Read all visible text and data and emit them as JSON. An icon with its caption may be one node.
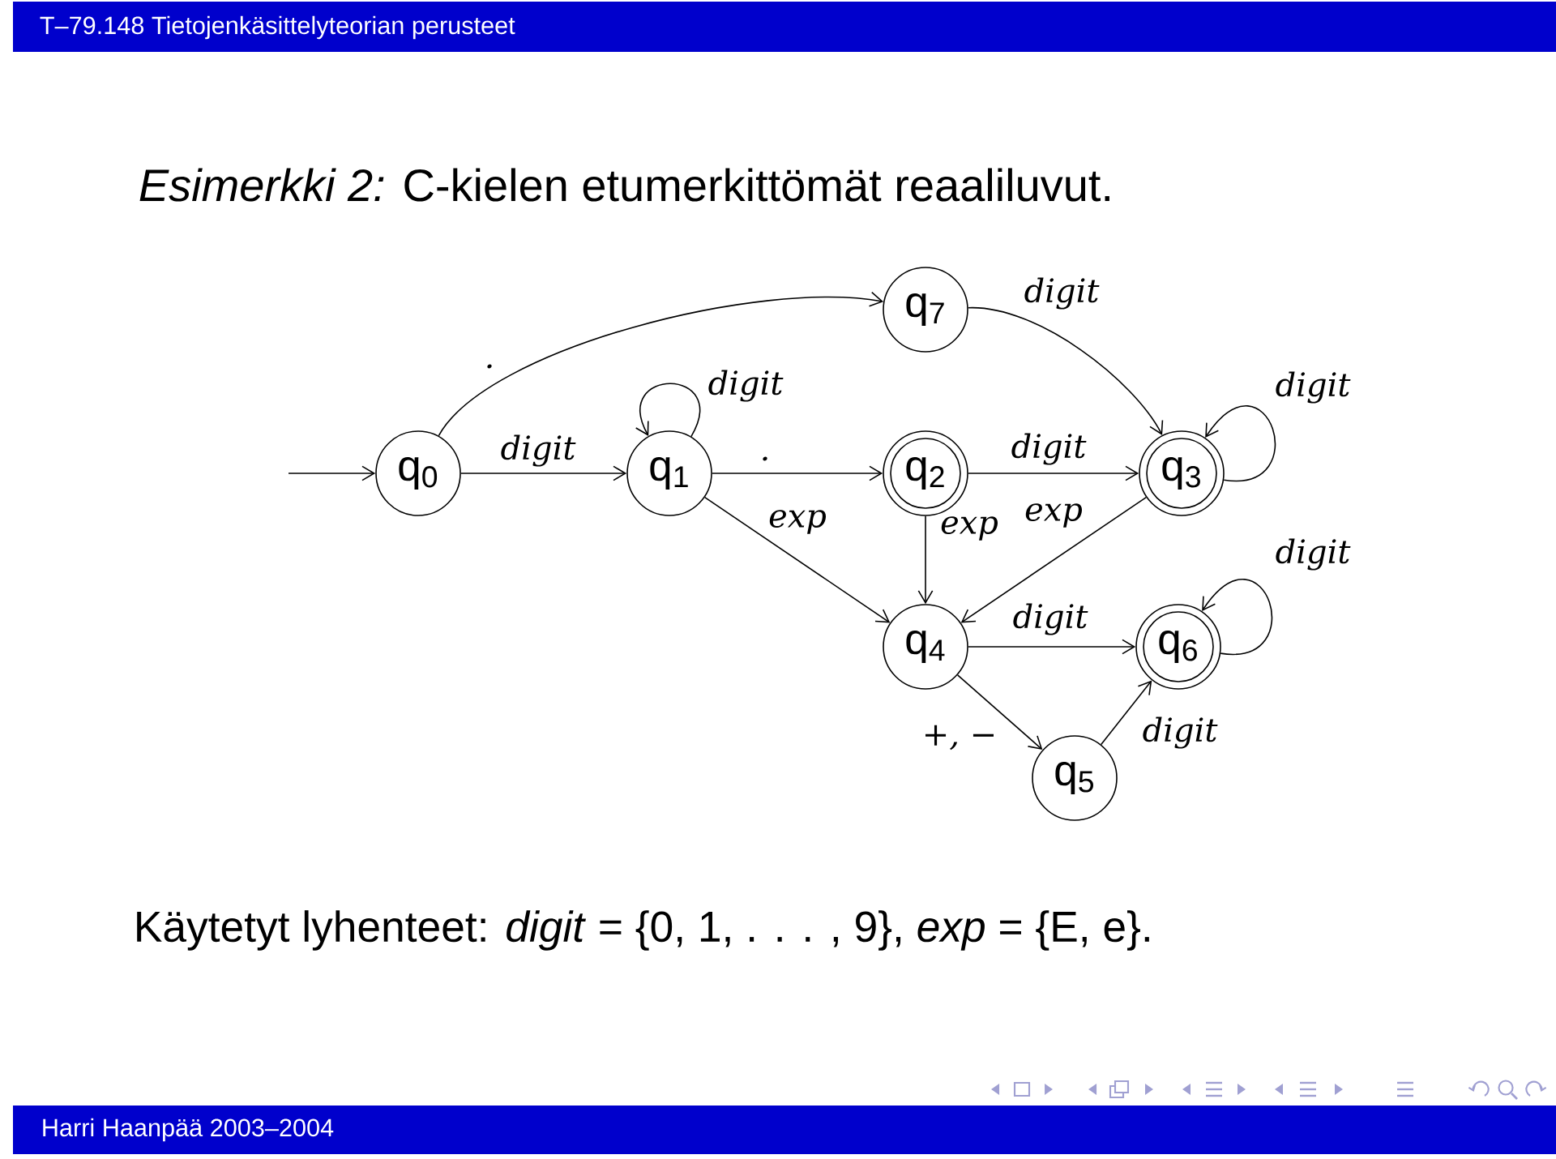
{
  "diagram": {
    "title": "*Esimerkki 2:* C-kielen etumerkittömät reaaliluvut.",
    "caption": "Käytetyt lyhenteet: *digit* = {0, 1, . . . , 9}, *exp* = {E, e}.",
    "nodes": [
      {
        "text": [
          "q$_{0}$"
        ]
      },
      {
        "text": [
          "q$_{1}$"
        ]
      },
      {
        "text": [
          "q$_{2}$"
        ]
      },
      {
        "text": [
          "q$_{3}$"
        ]
      },
      {
        "text": [
          "q$_{4}$"
        ]
      },
      {
        "text": [
          "q$_{5}$"
        ]
      },
      {
        "text": [
          "q$_{6}$"
        ]
      },
      {
        "text": [
          "q$_{7}$"
        ]
      }
    ],
    "edges": [
      {
        "from": null,
        "to": 0,
        "arrow": "to"
      },
      {
        "from": 0,
        "to": 1,
        "arrow": "to",
        "label": "digit"
      },
      {
        "from": 0,
        "to": 7,
        "arrow": "to",
        "label": "."
      },
      {
        "from": 1,
        "to": 1,
        "arrow": "to",
        "label": "digit"
      },
      {
        "from": 1,
        "to": 2,
        "arrow": "to",
        "label": "."
      },
      {
        "from": 1,
        "to": 4,
        "arrow": "to",
        "label": "exp"
      },
      {
        "from": 7,
        "to": 3,
        "arrow": "to",
        "label": "digit"
      },
      {
        "from": 2,
        "to": 3,
        "arrow": "to",
        "label": "digit"
      },
      {
        "from": 2,
        "to": 4,
        "arrow": "to",
        "label": "exp"
      },
      {
        "from": 3,
        "to": 3,
        "arrow": "to",
        "label": "digit"
      },
      {
        "from": 3,
        "to": 4,
        "arrow": "to",
        "label": "exp"
      },
      {
        "from": 4,
        "to": 6,
        "arrow": "to",
        "label": "digit"
      },
      {
        "from": 4,
        "to": 5,
        "arrow": "to",
        "label": "+, −"
      },
      {
        "from": 5,
        "to": 6,
        "arrow": "to",
        "label": "digit"
      },
      {
        "from": 6,
        "to": 6,
        "arrow": "to",
        "label": "digit"
      }
    ],
    "labels": [
      "T–79.148 Tietojenkäsittelyteorian perusteet",
      "Harri Haanpää 2003–2004"
    ]
  }
}
